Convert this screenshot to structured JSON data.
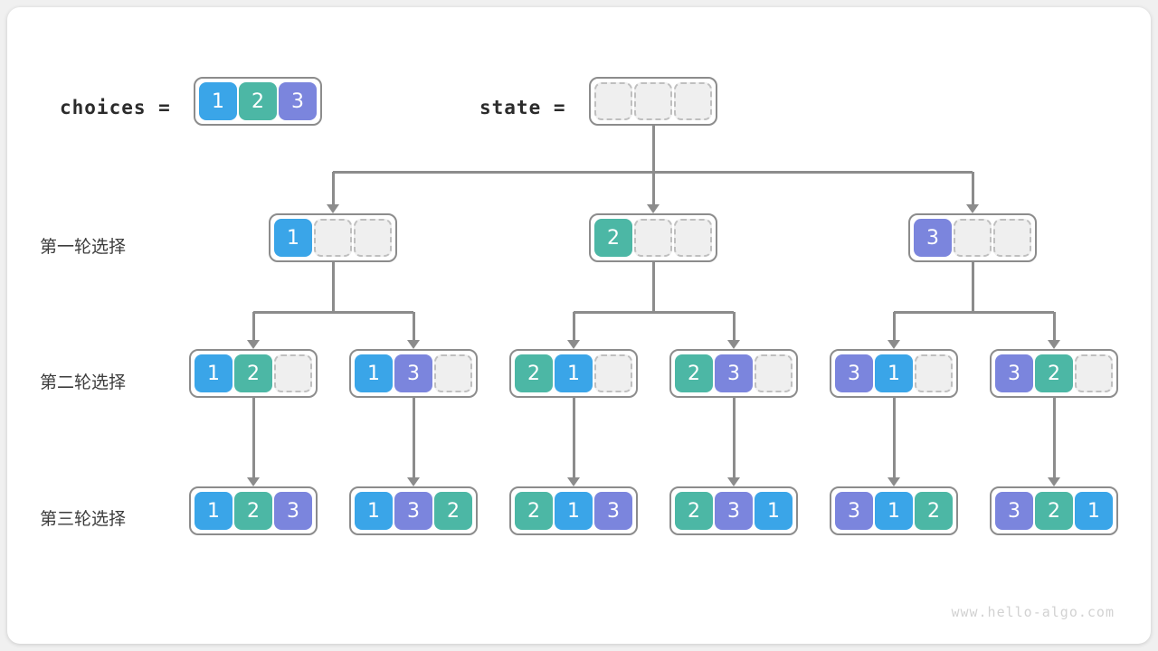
{
  "diagram": {
    "title_choices": "choices  =",
    "title_state": "state  =",
    "watermark": "www.hello-algo.com",
    "row_labels": [
      "第一轮选择",
      "第二轮选择",
      "第三轮选择"
    ],
    "colors": {
      "value_1": "#3aa5e8",
      "value_2": "#4cb7a5",
      "value_3": "#7b85dd",
      "empty_cell": "#efefef",
      "empty_border": "#bfbfbf",
      "box_border": "#8c8c8c",
      "connector": "#8c8c8c",
      "canvas": "#ffffff",
      "watermark": "#d2d2d2"
    },
    "choices": [
      "1",
      "2",
      "3"
    ],
    "state": [
      "",
      "",
      ""
    ],
    "round1": [
      {
        "cells": [
          "1",
          "",
          ""
        ]
      },
      {
        "cells": [
          "2",
          "",
          ""
        ]
      },
      {
        "cells": [
          "3",
          "",
          ""
        ]
      }
    ],
    "round2": [
      {
        "cells": [
          "1",
          "2",
          ""
        ]
      },
      {
        "cells": [
          "1",
          "3",
          ""
        ]
      },
      {
        "cells": [
          "2",
          "1",
          ""
        ]
      },
      {
        "cells": [
          "2",
          "3",
          ""
        ]
      },
      {
        "cells": [
          "3",
          "1",
          ""
        ]
      },
      {
        "cells": [
          "3",
          "2",
          ""
        ]
      }
    ],
    "round3": [
      {
        "cells": [
          "1",
          "2",
          "3"
        ]
      },
      {
        "cells": [
          "1",
          "3",
          "2"
        ]
      },
      {
        "cells": [
          "2",
          "1",
          "3"
        ]
      },
      {
        "cells": [
          "2",
          "3",
          "1"
        ]
      },
      {
        "cells": [
          "3",
          "1",
          "2"
        ]
      },
      {
        "cells": [
          "3",
          "2",
          "1"
        ]
      }
    ]
  }
}
